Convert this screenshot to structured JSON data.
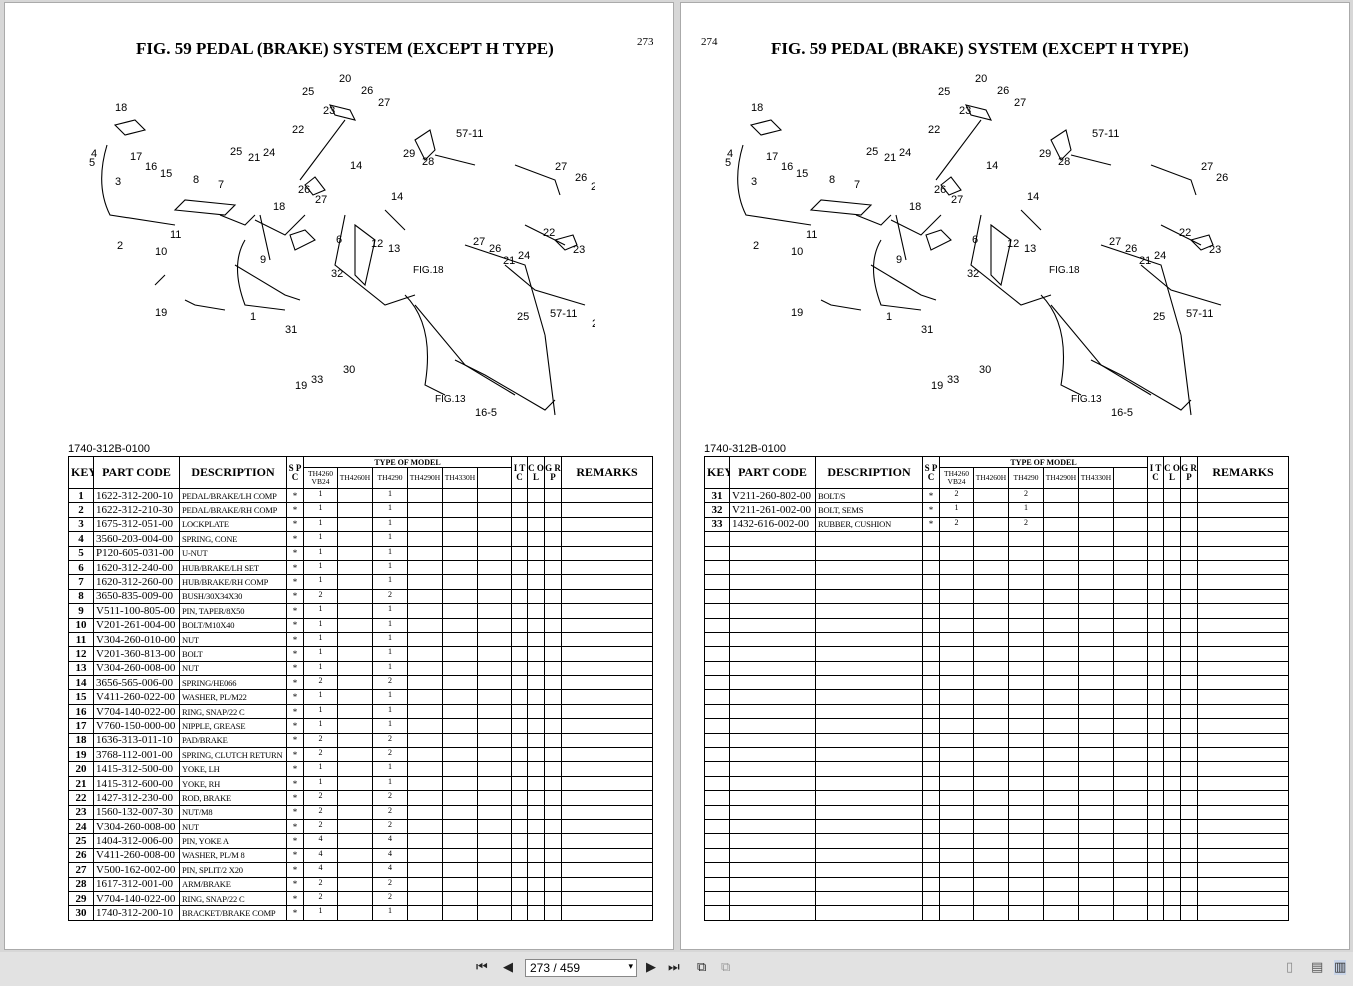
{
  "viewer": {
    "page_indicator": "273 / 459",
    "first_icon": "first-page-icon",
    "prev_icon": "previous-page-icon",
    "next_icon": "next-page-icon",
    "last_icon": "last-page-icon"
  },
  "left_page": {
    "title": "FIG. 59  PEDAL (BRAKE) SYSTEM (EXCEPT H TYPE)",
    "page_number": "273",
    "part_ref": "1740-312B-0100",
    "diagram_labels": {
      "fig18": "FIG.18",
      "fig13": "FIG.13"
    }
  },
  "right_page": {
    "title": "FIG. 59  PEDAL (BRAKE) SYSTEM (EXCEPT H TYPE)",
    "page_number": "274",
    "part_ref": "1740-312B-0100",
    "diagram_labels": {
      "fig18": "FIG.18",
      "fig13": "FIG.13"
    }
  },
  "table_header": {
    "key": "KEY",
    "part_code": "PART CODE",
    "description": "DESCRIPTION",
    "spc": "S P C",
    "type_of_model": "TYPE OF MODEL",
    "models": [
      "TH4260 VB24",
      "TH4260H",
      "TH4290",
      "TH4290H",
      "TH4330H"
    ],
    "itc": "I T C",
    "col": "C O L",
    "grp": "G R P",
    "remarks": "REMARKS"
  },
  "left_rows": [
    {
      "key": "1",
      "code": "1622-312-200-10",
      "desc": "PEDAL/BRAKE/LH    COMP",
      "spc": "*",
      "q1": "1",
      "q3": "1"
    },
    {
      "key": "2",
      "code": "1622-312-210-30",
      "desc": "PEDAL/BRAKE/RH    COMP",
      "spc": "*",
      "q1": "1",
      "q3": "1"
    },
    {
      "key": "3",
      "code": "1675-312-051-00",
      "desc": "LOCKPLATE",
      "spc": "*",
      "q1": "1",
      "q3": "1"
    },
    {
      "key": "4",
      "code": "3560-203-004-00",
      "desc": "SPRING, CONE",
      "spc": "*",
      "q1": "1",
      "q3": "1"
    },
    {
      "key": "5",
      "code": "P120-605-031-00",
      "desc": "U-NUT",
      "spc": "*",
      "q1": "1",
      "q3": "1"
    },
    {
      "key": "6",
      "code": "1620-312-240-00",
      "desc": "HUB/BRAKE/LH      SET",
      "spc": "*",
      "q1": "1",
      "q3": "1"
    },
    {
      "key": "7",
      "code": "1620-312-260-00",
      "desc": "HUB/BRAKE/RH      COMP",
      "spc": "*",
      "q1": "1",
      "q3": "1"
    },
    {
      "key": "8",
      "code": "3650-835-009-00",
      "desc": "BUSH/30X34X30",
      "spc": "*",
      "q1": "2",
      "q3": "2"
    },
    {
      "key": "9",
      "code": "V511-100-805-00",
      "desc": "PIN, TAPER/8X50",
      "spc": "*",
      "q1": "1",
      "q3": "1"
    },
    {
      "key": "10",
      "code": "V201-261-004-00",
      "desc": "BOLT/M10X40",
      "spc": "*",
      "q1": "1",
      "q3": "1"
    },
    {
      "key": "11",
      "code": "V304-260-010-00",
      "desc": "NUT",
      "spc": "*",
      "q1": "1",
      "q3": "1"
    },
    {
      "key": "12",
      "code": "V201-360-813-00",
      "desc": "BOLT",
      "spc": "*",
      "q1": "1",
      "q3": "1"
    },
    {
      "key": "13",
      "code": "V304-260-008-00",
      "desc": "NUT",
      "spc": "*",
      "q1": "1",
      "q3": "1"
    },
    {
      "key": "14",
      "code": "3656-565-006-00",
      "desc": "SPRING/HE066",
      "spc": "*",
      "q1": "2",
      "q3": "2"
    },
    {
      "key": "15",
      "code": "V411-260-022-00",
      "desc": "WASHER, PL/M22",
      "spc": "*",
      "q1": "1",
      "q3": "1"
    },
    {
      "key": "16",
      "code": "V704-140-022-00",
      "desc": "RING, SNAP/22  C",
      "spc": "*",
      "q1": "1",
      "q3": "1"
    },
    {
      "key": "17",
      "code": "V760-150-000-00",
      "desc": "NIPPLE, GREASE",
      "spc": "*",
      "q1": "1",
      "q3": "1"
    },
    {
      "key": "18",
      "code": "1636-313-011-10",
      "desc": "PAD/BRAKE",
      "spc": "*",
      "q1": "2",
      "q3": "2"
    },
    {
      "key": "19",
      "code": "3768-112-001-00",
      "desc": "SPRING, CLUTCH  RETURN",
      "spc": "*",
      "q1": "2",
      "q3": "2"
    },
    {
      "key": "20",
      "code": "1415-312-500-00",
      "desc": "YOKE, LH",
      "spc": "*",
      "q1": "1",
      "q3": "1"
    },
    {
      "key": "21",
      "code": "1415-312-600-00",
      "desc": "YOKE, RH",
      "spc": "*",
      "q1": "1",
      "q3": "1"
    },
    {
      "key": "22",
      "code": "1427-312-230-00",
      "desc": "ROD, BRAKE",
      "spc": "*",
      "q1": "2",
      "q3": "2"
    },
    {
      "key": "23",
      "code": "1560-132-007-30",
      "desc": "NUT/M8",
      "spc": "*",
      "q1": "2",
      "q3": "2"
    },
    {
      "key": "24",
      "code": "V304-260-008-00",
      "desc": "NUT",
      "spc": "*",
      "q1": "2",
      "q3": "2"
    },
    {
      "key": "25",
      "code": "1404-312-006-00",
      "desc": "PIN, YOKE  A",
      "spc": "*",
      "q1": "4",
      "q3": "4"
    },
    {
      "key": "26",
      "code": "V411-260-008-00",
      "desc": "WASHER, PL/M  8",
      "spc": "*",
      "q1": "4",
      "q3": "4"
    },
    {
      "key": "27",
      "code": "V500-162-002-00",
      "desc": "PIN, SPLIT/2    X20",
      "spc": "*",
      "q1": "4",
      "q3": "4"
    },
    {
      "key": "28",
      "code": "1617-312-001-00",
      "desc": "ARM/BRAKE",
      "spc": "*",
      "q1": "2",
      "q3": "2"
    },
    {
      "key": "29",
      "code": "V704-140-022-00",
      "desc": "RING, SNAP/22  C",
      "spc": "*",
      "q1": "2",
      "q3": "2"
    },
    {
      "key": "30",
      "code": "1740-312-200-10",
      "desc": "BRACKET/BRAKE     COMP",
      "spc": "*",
      "q1": "1",
      "q3": "1"
    }
  ],
  "right_rows": [
    {
      "key": "31",
      "code": "V211-260-802-00",
      "desc": "BOLT/S",
      "spc": "*",
      "q1": "2",
      "q3": "2"
    },
    {
      "key": "32",
      "code": "V211-261-002-00",
      "desc": "BOLT, SEMS",
      "spc": "*",
      "q1": "1",
      "q3": "1"
    },
    {
      "key": "33",
      "code": "1432-616-002-00",
      "desc": "RUBBER, CUSHION",
      "spc": "*",
      "q1": "2",
      "q3": "2"
    }
  ],
  "callouts": [
    "1",
    "2",
    "3",
    "4",
    "5",
    "6",
    "7",
    "8",
    "9",
    "10",
    "11",
    "12",
    "13",
    "14",
    "15",
    "16",
    "16-5",
    "17",
    "18",
    "19",
    "20",
    "21",
    "22",
    "23",
    "24",
    "25",
    "26",
    "27",
    "28",
    "29",
    "30",
    "31",
    "32",
    "33",
    "57-11"
  ]
}
